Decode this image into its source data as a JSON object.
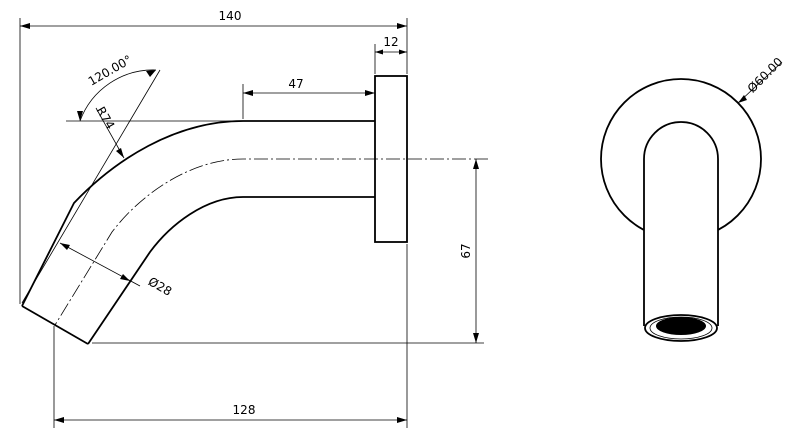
{
  "dimensions": {
    "overall_length": "140",
    "flange_thickness": "12",
    "straight_length": "47",
    "drop_height": "67",
    "base_length": "128",
    "bend_radius": "R74",
    "bend_angle": "120.00°",
    "pipe_diameter": "Ø28",
    "flange_diameter": "Ø60.00"
  }
}
